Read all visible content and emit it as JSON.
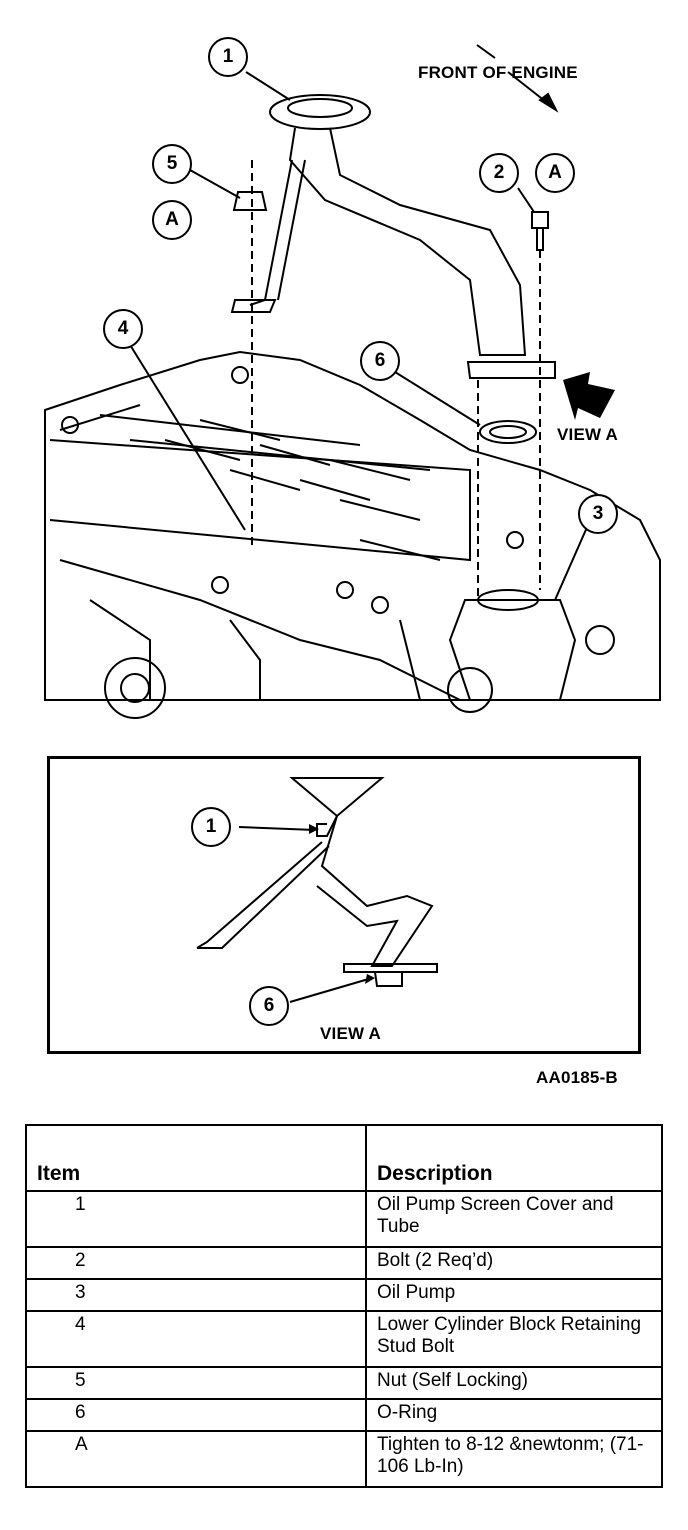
{
  "diagram": {
    "front_label": "FRONT OF ENGINE",
    "view_a_label": "VIEW A",
    "callouts_main": [
      "1",
      "5",
      "A",
      "2",
      "A",
      "4",
      "6",
      "3"
    ],
    "callouts_view": [
      "1",
      "6"
    ],
    "view_caption": "VIEW A",
    "figure_code": "AA0185-B"
  },
  "legend": {
    "headers": [
      "Item",
      "Description"
    ],
    "rows": [
      {
        "item": "1",
        "description": "Oil Pump Screen Cover and Tube"
      },
      {
        "item": "2",
        "description": "Bolt (2 Req’d)"
      },
      {
        "item": "3",
        "description": "Oil Pump"
      },
      {
        "item": "4",
        "description": "Lower Cylinder Block Retaining Stud Bolt"
      },
      {
        "item": "5",
        "description": "Nut (Self Locking)"
      },
      {
        "item": "6",
        "description": "O-Ring"
      },
      {
        "item": "A",
        "description": "Tighten to 8-12 &newtonm; (71-106 Lb-In)"
      }
    ]
  }
}
